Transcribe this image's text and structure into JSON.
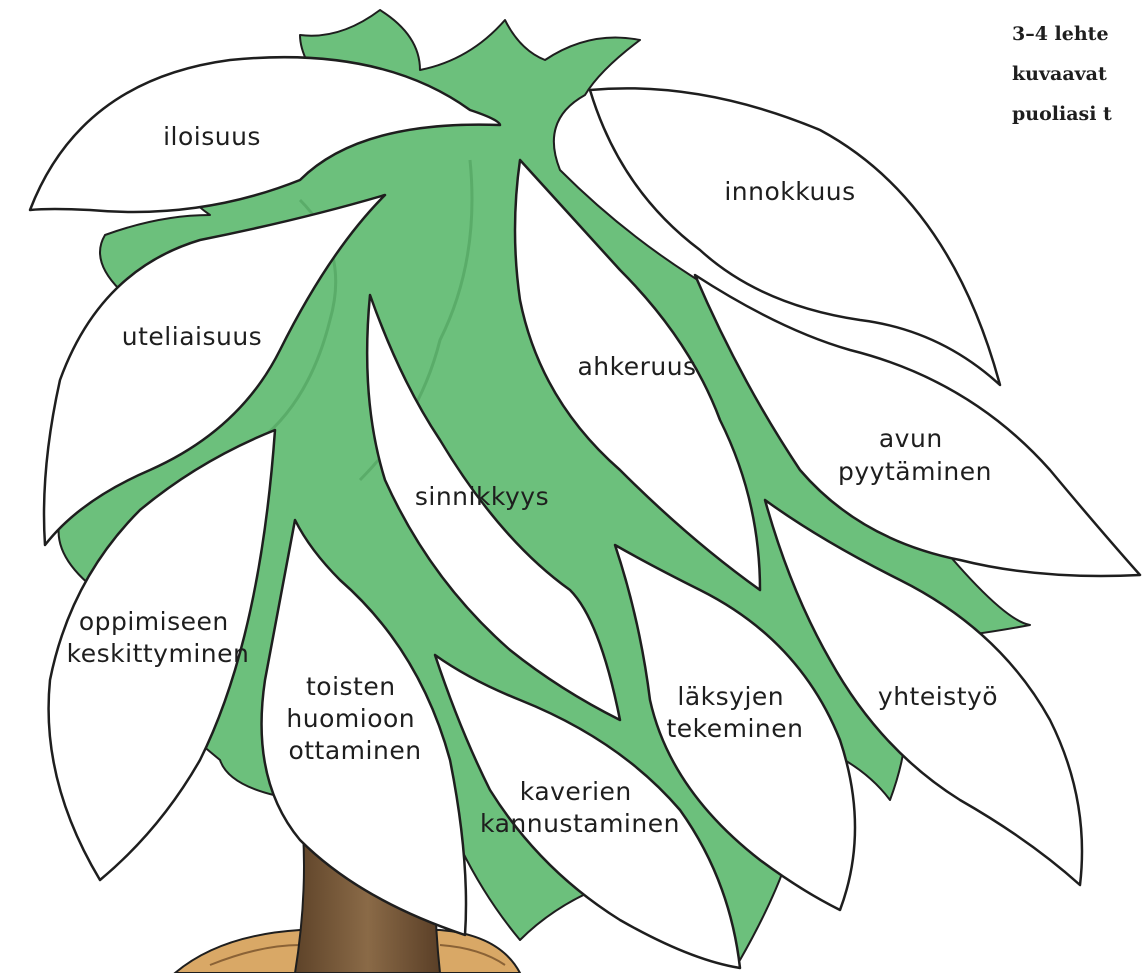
{
  "instruction": {
    "line1": "3–4 lehte",
    "line2": "kuvaavat",
    "line3": "puoliasi t"
  },
  "leaves": [
    {
      "id": "iloisuus",
      "lines": [
        "iloisuus"
      ]
    },
    {
      "id": "innokkuus",
      "lines": [
        "innokkuus"
      ]
    },
    {
      "id": "uteliaisuus",
      "lines": [
        "uteliaisuus"
      ]
    },
    {
      "id": "ahkeruus",
      "lines": [
        "ahkeruus"
      ]
    },
    {
      "id": "avun-pyytaminen",
      "lines": [
        "avun",
        "pyytäminen"
      ]
    },
    {
      "id": "sinnikkyys",
      "lines": [
        "sinnikkyys"
      ]
    },
    {
      "id": "oppimiseen-keskittyminen",
      "lines": [
        "oppimiseen",
        "keskittyminen"
      ]
    },
    {
      "id": "toisten-huomioon-ottaminen",
      "lines": [
        "toisten",
        "huomioon",
        "ottaminen"
      ]
    },
    {
      "id": "laksyjen-tekeminen",
      "lines": [
        "läksyjen",
        "tekeminen"
      ]
    },
    {
      "id": "yhteistyo",
      "lines": [
        "yhteistyö"
      ]
    },
    {
      "id": "kaverien-kannustaminen",
      "lines": [
        "kaverien",
        "kannustaminen"
      ]
    }
  ],
  "colors": {
    "foliage": "#6cc07c",
    "foliage_dark": "#4f9f5e",
    "trunk": "#7a5a3c",
    "stump": "#d9a866",
    "outline": "#1e1e1e"
  }
}
